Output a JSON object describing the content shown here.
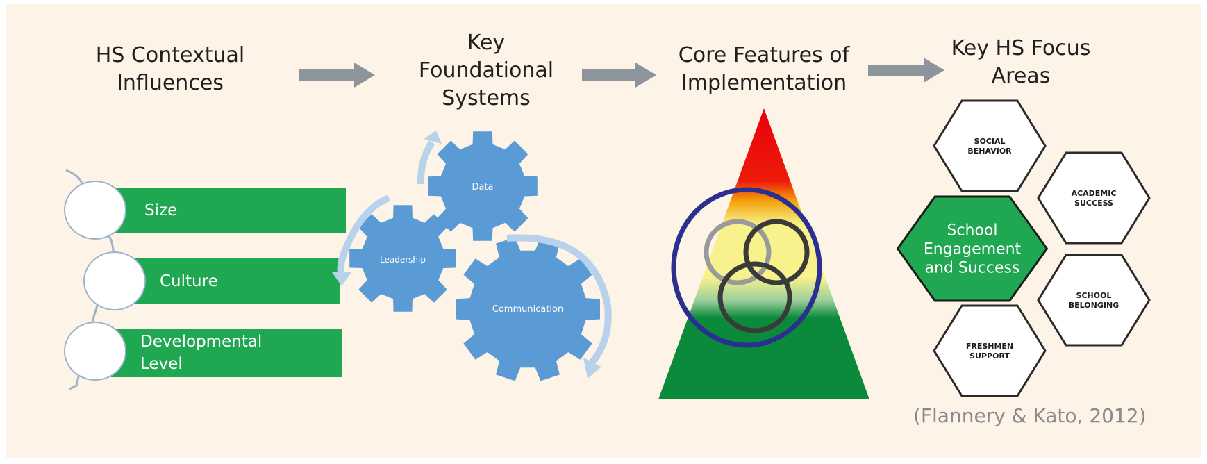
{
  "headings": {
    "contextual": "HS Contextual\nInfluences",
    "foundational": "Key\nFoundational\nSystems",
    "core": "Core Features of\nImplementation",
    "focus": "Key HS Focus\nAreas"
  },
  "influences": [
    "Size",
    "Culture",
    "Developmental\nLevel"
  ],
  "gears": {
    "data": "Data",
    "leadership": "Leadership",
    "communication": "Communication"
  },
  "hexagons": {
    "social_behavior": [
      "SOCIAL",
      "BEHAVIOR"
    ],
    "academic_success": [
      "ACADEMIC",
      "SUCCESS"
    ],
    "center": [
      "School",
      "Engagement",
      "and Success"
    ],
    "school_belonging": [
      "SCHOOL",
      "BELONGING"
    ],
    "freshmen_support": [
      "FRESHMEN",
      "SUPPORT"
    ]
  },
  "citation": "(Flannery & Kato, 2012)",
  "colors": {
    "background": "#fdf3e7",
    "green": "#1fa851",
    "gear_blue": "#5b9bd5",
    "arrow_gray": "#8c949c",
    "pyramid_red": "#e8000b",
    "pyramid_yellow": "#f7f28c",
    "pyramid_green": "#0a8a3a",
    "ring_navy": "#2b2f8f"
  }
}
